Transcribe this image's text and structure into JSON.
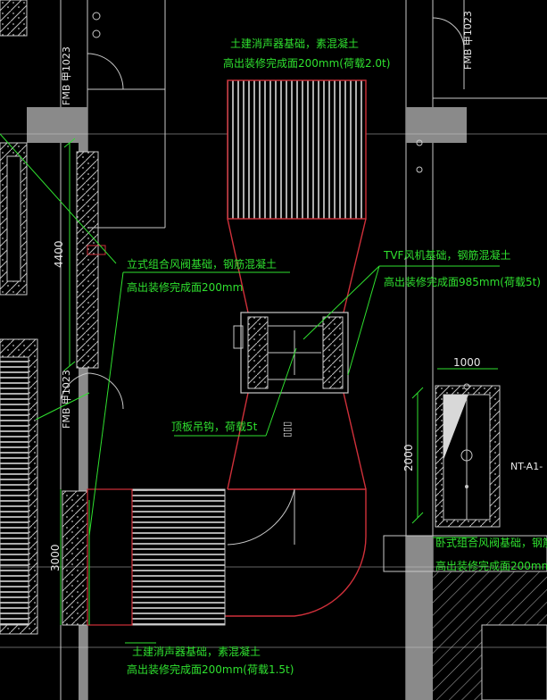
{
  "colors": {
    "background": "#000000",
    "wall": "#8a8a8a",
    "line": "#c8c8c8",
    "annotation": "#2fe02f",
    "outline_red": "#d0303a",
    "hatch": "#d8d8d8",
    "dim_green": "#2fe02f"
  },
  "labels": {
    "top_muffler_1": "土建消声器基础，素混凝土",
    "top_muffler_2": "高出装修完成面200mm(荷载2.0t)",
    "left_ahu_1": "立式组合风阀基础，钢筋混凝土",
    "left_ahu_2": "高出装修完成面200mm",
    "tvf_1": "TVF风机基础，钢筋混凝土",
    "tvf_2": "高出装修完成面985mm(荷载5t)",
    "hanger": "顶板吊钩，荷载5t",
    "right_ahu_1": "卧式组合风阀基础，钢筋混凝土",
    "right_ahu_2": "高出装修完成面200mm",
    "bottom_muffler_1": "土建消声器基础，素混凝土",
    "bottom_muffler_2": "高出装修完成面200mm(荷载1.5t)",
    "nt_tag": "NT-A1-"
  },
  "door_tags": {
    "top_left": "FMB 甲1023",
    "mid_left": "FMB 甲1023",
    "top_right": "FMB 甲1023"
  },
  "dimensions": {
    "left_vertical_1": "4400",
    "left_vertical_2": "3000",
    "right_width": "1000",
    "right_vertical": "2000"
  }
}
